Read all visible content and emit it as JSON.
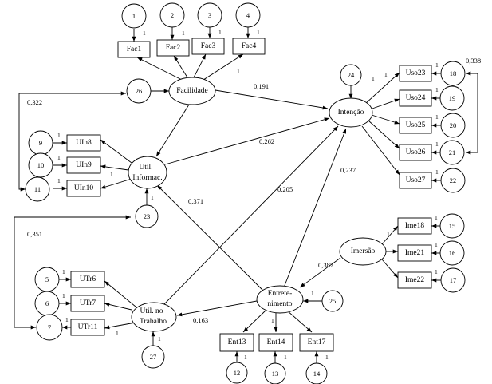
{
  "nodes": {
    "e1": "1",
    "e2": "2",
    "e3": "3",
    "e4": "4",
    "Fac1": "Fac1",
    "Fac2": "Fac2",
    "Fac3": "Fac3",
    "Fac4": "Fac4",
    "Facilidade": "Facilidade",
    "e26": "26",
    "e24": "24",
    "Intencao": "Intenção",
    "Uso23": "Uso23",
    "Uso24": "Uso24",
    "Uso25": "Uso25",
    "Uso26": "Uso26",
    "Uso27": "Uso27",
    "e18": "18",
    "e19": "19",
    "e20": "20",
    "e21": "21",
    "e22": "22",
    "e9": "9",
    "e10": "10",
    "e11": "11",
    "UIn8": "UIn8",
    "UIn9": "UIn9",
    "UIn10": "UIn10",
    "UtilInfo_l1": "Util.",
    "UtilInfo_l2": "Informac.",
    "e23": "23",
    "Imersao": "Imersão",
    "Ime18": "Ime18",
    "Ime21": "Ime21",
    "Ime22": "Ime22",
    "e15": "15",
    "e16": "16",
    "e17": "17",
    "e5": "5",
    "e6": "6",
    "e7": "7",
    "UTr6": "UTr6",
    "UTr7": "UTr7",
    "UTr11": "UTr11",
    "UtilTrab_l1": "Util. no",
    "UtilTrab_l2": "Trabalho",
    "e27": "27",
    "Entret_l1": "Entrete-",
    "Entret_l2": "nimento",
    "e25": "25",
    "Ent13": "Ent13",
    "Ent14": "Ent14",
    "Ent17": "Ent17",
    "e12": "12",
    "e13": "13",
    "e14": "14"
  },
  "coefficients": {
    "c0191": "0,191",
    "c0262": "0,262",
    "c0322": "0,322",
    "c0237": "0,237",
    "c0371": "0,371",
    "c0205": "0,205",
    "c0351": "0,351",
    "c0387": "0,387",
    "c0163": "0,163",
    "c0338": "0,338"
  },
  "fixed_one": "1"
}
